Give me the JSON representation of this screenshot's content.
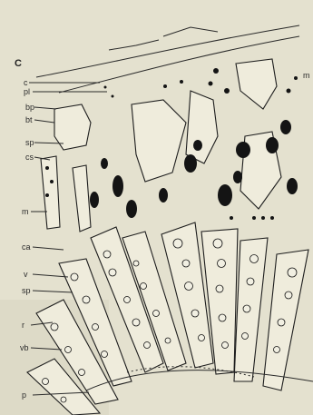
{
  "figure": {
    "panel_letter": "C",
    "corner_letter": "m",
    "labels": {
      "c": "c",
      "pl": "pl",
      "bp": "bp",
      "bt": "bt",
      "sp": "sp",
      "cs": "cs",
      "m": "m",
      "ca": "ca",
      "v": "v",
      "sp2": "sp",
      "r": "r",
      "vb": "vb",
      "p": "p"
    }
  }
}
